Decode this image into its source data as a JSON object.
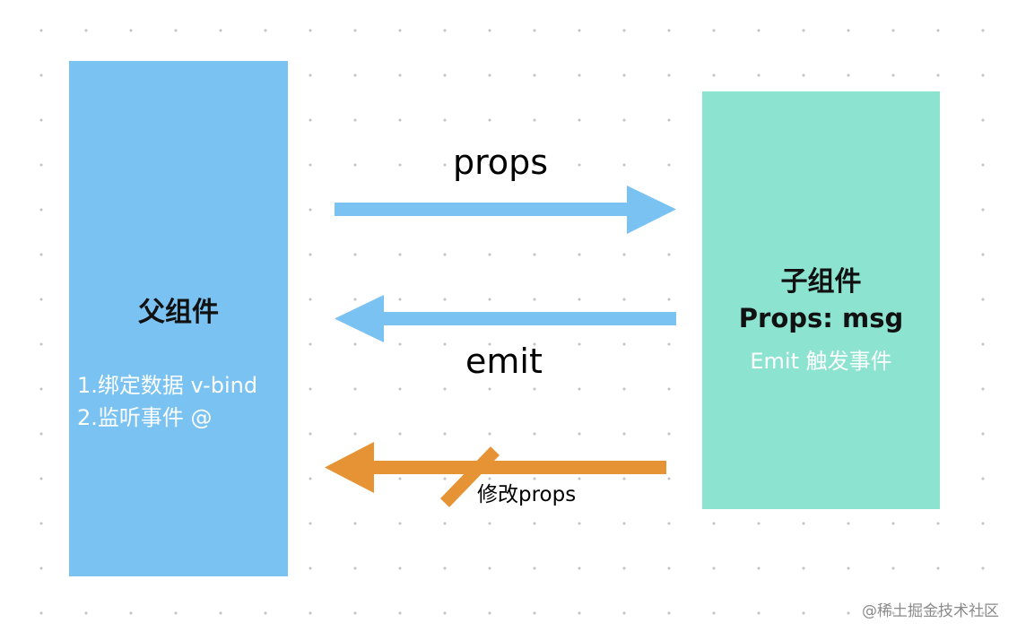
{
  "colors": {
    "parent_fill": "#79c2f1",
    "child_fill": "#8ce3d0",
    "blue_arrow": "#79c2f1",
    "orange_arrow": "#e59334"
  },
  "parent": {
    "title": "父组件",
    "notes": [
      "1.绑定数据 v-bind",
      "2.监听事件 @"
    ]
  },
  "child": {
    "title": "子组件",
    "subtitle": "Props: msg",
    "note": "Emit 触发事件"
  },
  "edges": {
    "props": {
      "label": "props",
      "from": "父组件",
      "to": "子组件"
    },
    "emit": {
      "label": "emit",
      "from": "子组件",
      "to": "父组件"
    },
    "modify_props": {
      "label": "修改props",
      "from": "子组件",
      "to": "父组件",
      "crossed_out": true
    }
  },
  "watermark": "@稀土掘金技术社区"
}
